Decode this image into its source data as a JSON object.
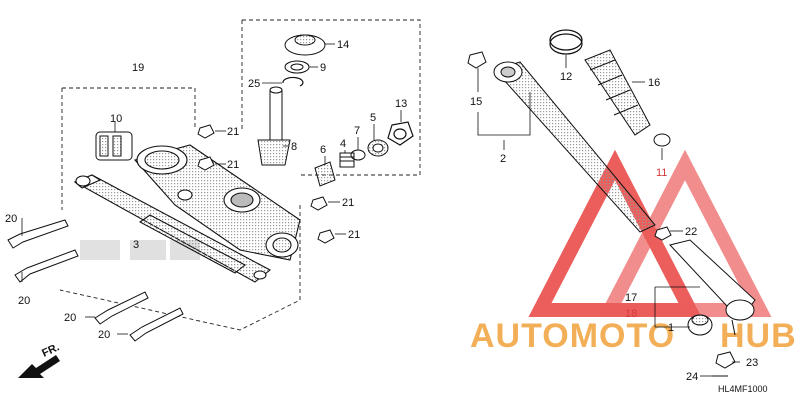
{
  "diagram": {
    "code": "HL4MF1000",
    "direction_label": "FR.",
    "callouts": [
      {
        "id": "c14",
        "text": "14"
      },
      {
        "id": "c9",
        "text": "9"
      },
      {
        "id": "c25",
        "text": "25"
      },
      {
        "id": "c19",
        "text": "19"
      },
      {
        "id": "c10",
        "text": "10"
      },
      {
        "id": "c21a",
        "text": "21"
      },
      {
        "id": "c21b",
        "text": "21"
      },
      {
        "id": "c8",
        "text": "8"
      },
      {
        "id": "c6",
        "text": "6"
      },
      {
        "id": "c4",
        "text": "4"
      },
      {
        "id": "c7",
        "text": "7"
      },
      {
        "id": "c5",
        "text": "5"
      },
      {
        "id": "c13",
        "text": "13"
      },
      {
        "id": "c21c",
        "text": "21"
      },
      {
        "id": "c21d",
        "text": "21"
      },
      {
        "id": "c3",
        "text": "3"
      },
      {
        "id": "c20a",
        "text": "20"
      },
      {
        "id": "c20b",
        "text": "20"
      },
      {
        "id": "c20c",
        "text": "20"
      },
      {
        "id": "c20d",
        "text": "20"
      },
      {
        "id": "c15",
        "text": "15"
      },
      {
        "id": "c2",
        "text": "2"
      },
      {
        "id": "c12",
        "text": "12"
      },
      {
        "id": "c16",
        "text": "16"
      },
      {
        "id": "c11",
        "text": "11"
      },
      {
        "id": "c22",
        "text": "22"
      },
      {
        "id": "c17",
        "text": "17"
      },
      {
        "id": "c18",
        "text": "18"
      },
      {
        "id": "c1",
        "text": "1"
      },
      {
        "id": "c23",
        "text": "23"
      },
      {
        "id": "c24",
        "text": "24"
      }
    ]
  },
  "watermark": {
    "brand_part1": "AUTOMOTO",
    "brand_part2": "HUB",
    "color_primary": "#e8423f",
    "color_secondary": "#f2a23a"
  }
}
